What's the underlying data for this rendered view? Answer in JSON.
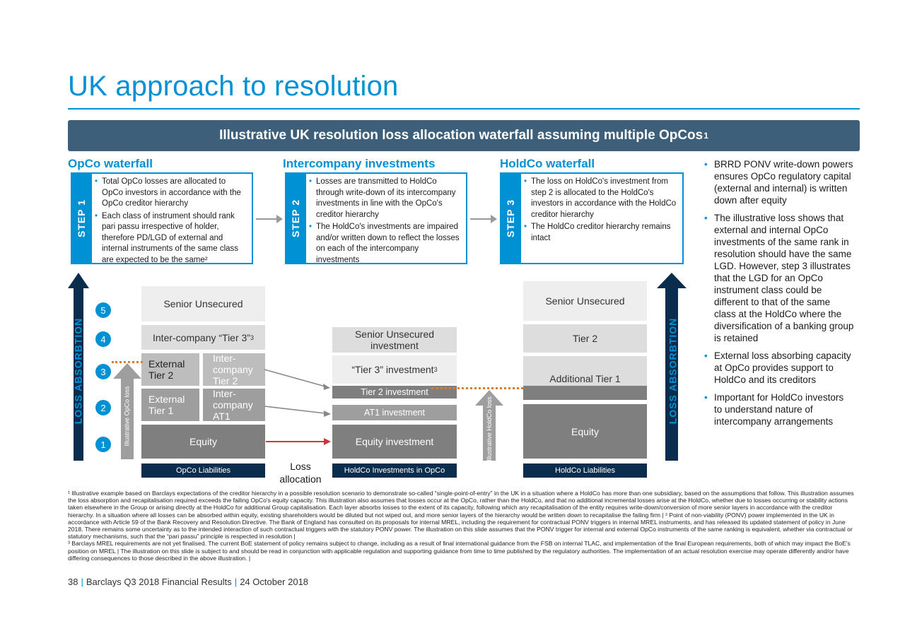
{
  "title": "UK approach to resolution",
  "banner": {
    "text": "Illustrative UK resolution loss allocation waterfall assuming multiple OpCos",
    "sup": "1"
  },
  "columns": {
    "opco": "OpCo waterfall",
    "intercompany": "Intercompany investments",
    "holdco": "HoldCo waterfall"
  },
  "steps": [
    {
      "label": "STEP 1",
      "bullets": [
        "Total OpCo losses are allocated to OpCo investors in accordance with the OpCo creditor hierarchy",
        "Each class of instrument should rank pari passu irrespective of holder, therefore PD/LGD of external and internal instruments of the same class are expected to be the same²"
      ]
    },
    {
      "label": "STEP 2",
      "bullets": [
        "Losses are transmitted to HoldCo through write-down of its intercompany investments in line with the OpCo's creditor hierarchy",
        "The HoldCo's investments are impaired and/or written down to reflect the losses on each of the intercompany investments"
      ]
    },
    {
      "label": "STEP 3",
      "bullets": [
        "The loss on HoldCo's investment from step 2 is allocated to the HoldCo's investors in accordance with the HoldCo creditor hierarchy",
        "The HoldCo creditor hierarchy remains intact"
      ]
    }
  ],
  "opco_blocks": {
    "senior_unsecured": "Senior Unsecured",
    "tier3": "Inter-company “Tier 3”",
    "tier3_sup": "3",
    "ext_tier2": "External Tier 2",
    "int_tier2": "Inter-company Tier 2",
    "ext_tier1": "External Tier 1",
    "int_at1": "Inter-company AT1",
    "equity": "Equity",
    "base": "OpCo Liabilities"
  },
  "intercompany_blocks": {
    "senior_unsecured": "Senior Unsecured investment",
    "tier3": "“Tier 3” investment",
    "tier3_sup": "3",
    "tier2": "Tier 2 investment",
    "at1": "AT1 investment",
    "equity": "Equity investment",
    "base": "HoldCo Investments in OpCo"
  },
  "holdco_blocks": {
    "senior_unsecured": "Senior Unsecured",
    "tier2": "Tier 2",
    "at1": "Additional Tier 1",
    "equity": "Equity",
    "base": "HoldCo Liabilities"
  },
  "loss_absorbtion": "LOSS ABSORBTION",
  "opco_loss_label": "Illustrative OpCo loss",
  "holdco_loss_label": "Illustrative HoldCo loss",
  "loss_allocation": "Loss allocation",
  "numbers": [
    "5",
    "4",
    "3",
    "2",
    "1"
  ],
  "right_bullets": [
    "BRRD PONV write-down powers ensures OpCo regulatory capital (external and internal) is written down after equity",
    "The illustrative loss shows that external and internal OpCo investments of the same rank in resolution should have the same LGD. However, step 3 illustrates that the LGD for an OpCo instrument class could be different to that of the same class at the HoldCo where the diversification of a banking group is retained",
    "External loss absorbing capacity at OpCo provides support to HoldCo and its creditors",
    "Important for HoldCo investors to understand nature of intercompany arrangements"
  ],
  "footnotes": [
    "¹ Illustrative example based on Barclays expectations of the creditor hierarchy in a possible resolution scenario to demonstrate so-called “single-point-of-entry” in the UK in a situation where a HoldCo has more than one subsidiary, based on the assumptions that follow. This illustration assumes the loss absorption and recapitalisation required exceeds the failing OpCo's equity capacity. This illustration also assumes that losses occur at the OpCo, rather than the HoldCo, and that no additional incremental losses arise at the HoldCo, whether due to losses occurring or stability actions taken elsewhere in the Group or arising directly at the HoldCo for additional Group capitalisation. Each layer absorbs losses to the extent of its capacity, following which any recapitalisation of the entity requires write-down/conversion of more senior layers in accordance with the creditor hierarchy. In a situation where all losses can be absorbed within equity, existing shareholders would be diluted but not wiped out, and more senior layers of the hierarchy would be written down to recapitalise the failing firm | ² Point of non-viability (PONV) power implemented in the UK in accordance with Article 59 of the Bank Recovery and Resolution Directive. The Bank of England has consulted on its proposals for internal MREL, including the requirement for contractual PONV triggers in internal MREL instruments, and has released its updated statement of policy in June 2018. There remains some uncertainty as to the intended interaction of such contractual triggers with the statutory PONV power. The illustration on this slide assumes that the PONV trigger for internal and external OpCo instruments of the same ranking is equivalent, whether via contractual or statutory mechanisms, such that the “pari passu” principle is respected in resolution |",
    "³ Barclays MREL requirements are not yet finalised. The current BoE statement of policy remains subject to change, including as a result of final international guidance from the FSB on internal TLAC, and implementation of the final European requirements, both of which may impact the BoE's position on MREL | The illustration on this slide is subject to and should be read in conjunction with applicable regulation and supporting guidance from time to time published by the regulatory authorities. The implementation of an actual resolution exercise may operate differently and/or have differing consequences to those described in the above illustration. |"
  ],
  "footer": {
    "page": "38",
    "doc": "Barclays Q3 2018 Financial Results",
    "date": "24 October 2018"
  }
}
